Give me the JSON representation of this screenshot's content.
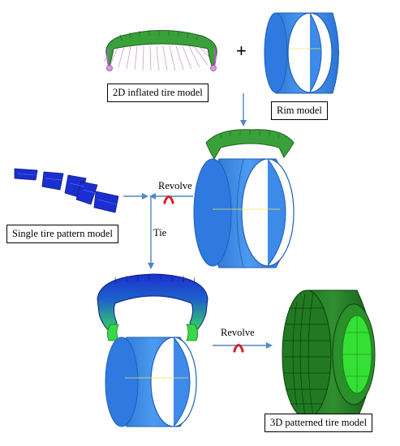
{
  "labels": {
    "inflated_2d": "2D inflated tire model",
    "rim": "Rim model",
    "single_pattern": "Single tire pattern model",
    "patterned_3d": "3D patterned tire model"
  },
  "operations": {
    "revolve_1": "Revolve",
    "revolve_2": "Revolve",
    "tie": "Tie",
    "plus": "+"
  },
  "colors": {
    "arrow": "#4f86c6",
    "rim_blue": "#3b86e6",
    "rim_dark": "#1f5fb8",
    "tread_green": "#3f9a2c",
    "pattern_blue": "#1b2fd0",
    "pattern_dark_green": "#1d7a1d",
    "pattern_light_green": "#35e035",
    "revolve_icon": "#d42020"
  }
}
